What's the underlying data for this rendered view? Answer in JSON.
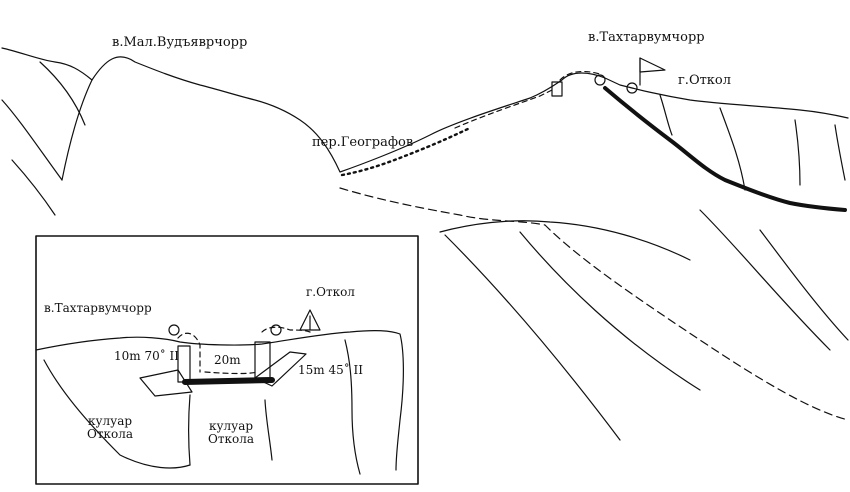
{
  "labels": {
    "mal_vudyavrchorr": "в.Мал.Вудъяврчорр",
    "takhtarvumchorr": "в.Тахтарвумчорр",
    "otkol_main": "г.Откол",
    "per_geografov": "пер.Географов"
  },
  "inset": {
    "takhtarvumchorr": "в.Тахтарвумчорр",
    "otkol": "г.Откол",
    "pitch_left": "10m 70˚ II",
    "pitch_mid": "20m",
    "pitch_right": "15m 45˚ II",
    "kuluar_left": [
      "кулуар",
      "Откола"
    ],
    "kuluar_right": [
      "кулуар",
      "Откола"
    ]
  },
  "colors": {
    "ink": "#111111",
    "paper": "#ffffff"
  }
}
